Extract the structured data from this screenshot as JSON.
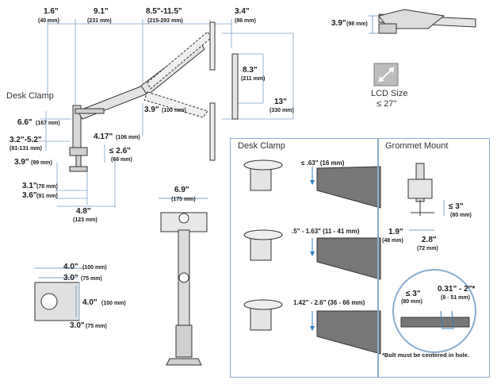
{
  "colors": {
    "dim_line": "#7ea3c7",
    "arrow_blue": "#2f7fc0",
    "panel_border": "#8aaed0",
    "arm_gray": "#cfcfcf",
    "outline": "#333333",
    "desk_gray": "#777777",
    "icon_gray": "#bdbdbd"
  },
  "top": {
    "d1": "1.6\"",
    "d1_mm": "(40 mm)",
    "d2": "9.1\"",
    "d2_mm": "(231 mm)",
    "d3": "8.5\"-11.5\"",
    "d3_mm": "(215-293 mm)",
    "d4": "3.4\"",
    "d4_mm": "(86 mm)",
    "d5": "8.3\"",
    "d5_mm": "(211 mm)",
    "d6": "13\"",
    "d6_mm": "(330 mm)",
    "d7": "3.9\"",
    "d7_mm": "(100 mm)",
    "d8": "4.17\"",
    "d8_mm": "(106 mm)",
    "d9": "6.6\"",
    "d9_mm": "(167 mm)",
    "d10": "3.2\"-5.2\"",
    "d10_mm": "(81-131 mm)",
    "d11": "≤ 2.6\"",
    "d11_mm": "(66 mm)",
    "d12": "3.9\"",
    "d12_mm": "(99 mm)",
    "d13": "3.1\"",
    "d13_mm": "(78 mm)",
    "d14": "3.6\"",
    "d14_mm": "(91 mm)",
    "d15": "4.8\"",
    "d15_mm": "(123 mm)",
    "desk_clamp_label": "Desk Clamp"
  },
  "top_right": {
    "d": "3.9\"",
    "d_mm": "(98 mm)"
  },
  "lcd": {
    "label": "LCD Size",
    "value": "≤ 27\"",
    "icon": "diagonal-arrow-icon"
  },
  "front": {
    "d": "6.9\"",
    "d_mm": "(175 mm)"
  },
  "vesa": {
    "d1": "4.0\"",
    "d1_mm": "(100 mm)",
    "d2": "3.0\"",
    "d2_mm": "(75 mm)",
    "d3": "4.0\"",
    "d3_mm": "(100 mm)",
    "d4": "3.0\"",
    "d4_mm": "(75 mm)"
  },
  "desk_clamp_panel": {
    "title": "Desk Clamp",
    "r1": "≤ .63\" (16 mm)",
    "r2": ".5\" - 1.63\" (11 - 41 mm)",
    "r3": "1.42\" - 2.6\" (36 - 66 mm)"
  },
  "grommet_panel": {
    "title": "Grommet Mount",
    "g1": "≤ 3\"",
    "g1_mm": "(80 mm)",
    "g2": "1.9\"",
    "g2_mm": "(48 mm)",
    "g3": "2.8\"",
    "g3_mm": "(72 mm)",
    "g4": "≤ 3\"",
    "g4_mm": "(80 mm)",
    "g5": "0.31\" - 2\"*",
    "g5_mm": "(8 - 51 mm)",
    "note": "*Bolt must be centered in hole."
  }
}
